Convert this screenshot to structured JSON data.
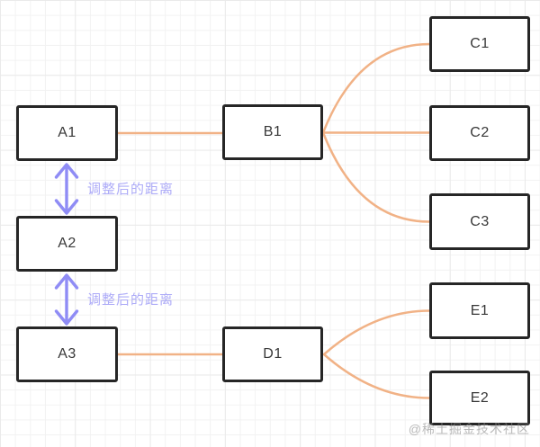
{
  "diagram": {
    "nodes": {
      "a1": {
        "label": "A1"
      },
      "a2": {
        "label": "A2"
      },
      "a3": {
        "label": "A3"
      },
      "b1": {
        "label": "B1"
      },
      "c1": {
        "label": "C1"
      },
      "c2": {
        "label": "C2"
      },
      "c3": {
        "label": "C3"
      },
      "d1": {
        "label": "D1"
      },
      "e1": {
        "label": "E1"
      },
      "e2": {
        "label": "E2"
      }
    },
    "edges": [
      {
        "from": "A1",
        "to": "B1"
      },
      {
        "from": "B1",
        "to": "C1"
      },
      {
        "from": "B1",
        "to": "C2"
      },
      {
        "from": "B1",
        "to": "C3"
      },
      {
        "from": "A3",
        "to": "D1"
      },
      {
        "from": "D1",
        "to": "E1"
      },
      {
        "from": "D1",
        "to": "E2"
      }
    ],
    "annotations": {
      "gap1": {
        "label": "调整后的距离",
        "between": "A1-A2"
      },
      "gap2": {
        "label": "调整后的距离",
        "between": "A2-A3"
      }
    },
    "watermark": "@稀土掘金技术社区",
    "colors": {
      "connector": "#f1b286",
      "distance_arrow": "#8f8cf5",
      "annotation_text": "#aeacf8",
      "node_border": "#262626",
      "node_text": "#383838",
      "grid_line": "#f2f2f2"
    }
  }
}
